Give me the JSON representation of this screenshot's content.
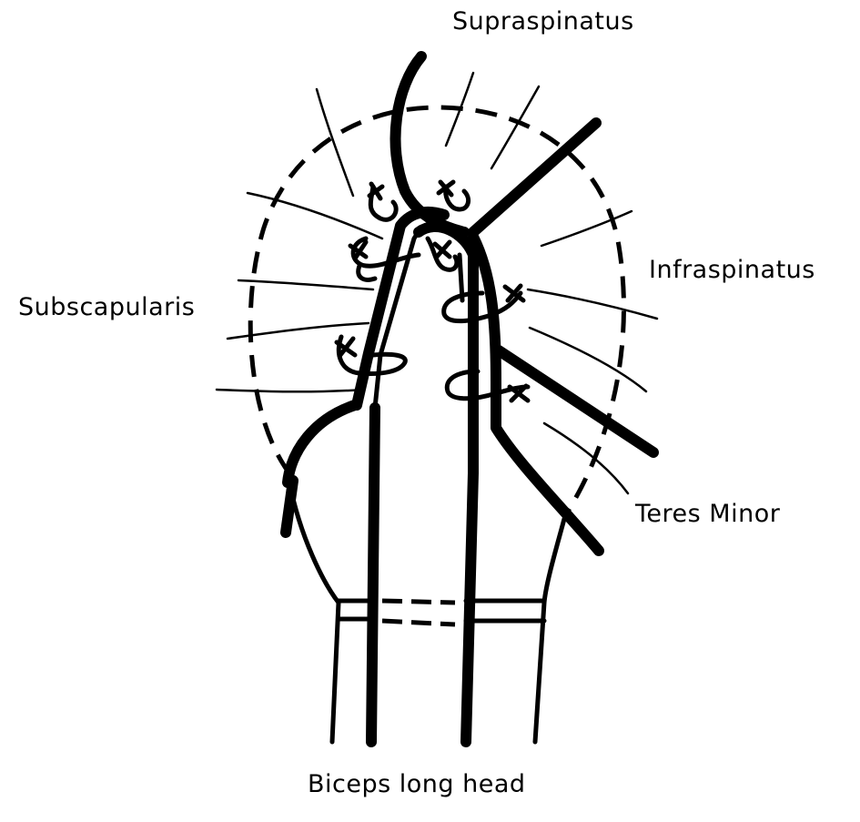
{
  "labels": {
    "supraspinatus": "Supraspinatus",
    "infraspinatus": "Infraspinatus",
    "subscapularis": "Subscapularis",
    "teres_minor": "Teres Minor",
    "biceps_long_head": "Biceps long head"
  },
  "colors": {
    "ink": "#000000",
    "background": "#ffffff"
  }
}
